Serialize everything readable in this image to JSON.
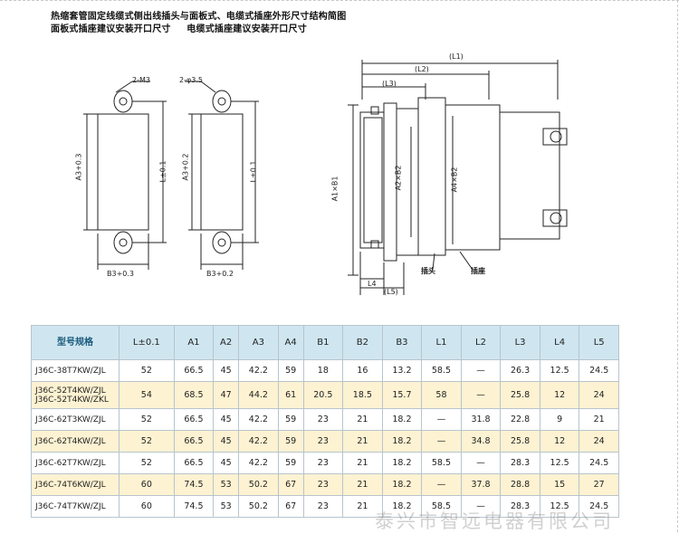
{
  "header": {
    "line1": "热缩套管固定线缆式侧出线插头与面板式、电缆式插座外形尺寸结构简图",
    "line2_left": "面板式插座建议安装开口尺寸",
    "line2_right": "电缆式插座建议安装开口尺寸"
  },
  "drawing_labels": {
    "panel_hole": "2-M3",
    "cable_hole": "2-φ3.5",
    "panel_a3": "A3+0.3",
    "panel_l": "L±0.1",
    "panel_b3": "B3+0.3",
    "cable_a3": "A3+0.2",
    "cable_l": "L±0.1",
    "cable_b3": "B3+0.2",
    "l1": "(L1)",
    "l2": "(L2)",
    "l3": "(L3)",
    "a1b1": "A1×B1",
    "a2b2": "A2×B2",
    "a4b2": "A4×B2",
    "l4": "L4",
    "l5": "(L5)",
    "plug": "插头",
    "socket": "插座"
  },
  "table": {
    "headers": [
      "型号规格",
      "L±0.1",
      "A1",
      "A2",
      "A3",
      "A4",
      "B1",
      "B2",
      "B3",
      "L1",
      "L2",
      "L3",
      "L4",
      "L5"
    ],
    "rows": [
      {
        "model": [
          "J36C-38T7KW/ZJL"
        ],
        "values": [
          "52",
          "66.5",
          "45",
          "42.2",
          "59",
          "18",
          "16",
          "13.2",
          "58.5",
          "—",
          "26.3",
          "12.5",
          "24.5"
        ]
      },
      {
        "model": [
          "J36C-52T4KW/ZJL",
          "J36C-52T4KW/ZKL"
        ],
        "values": [
          "54",
          "68.5",
          "47",
          "44.2",
          "61",
          "20.5",
          "18.5",
          "15.7",
          "58",
          "—",
          "25.8",
          "12",
          "24"
        ]
      },
      {
        "model": [
          "J36C-62T3KW/ZJL"
        ],
        "values": [
          "52",
          "66.5",
          "45",
          "42.2",
          "59",
          "23",
          "21",
          "18.2",
          "—",
          "31.8",
          "22.8",
          "9",
          "21"
        ]
      },
      {
        "model": [
          "J36C-62T4KW/ZJL"
        ],
        "values": [
          "52",
          "66.5",
          "45",
          "42.2",
          "59",
          "23",
          "21",
          "18.2",
          "—",
          "34.8",
          "25.8",
          "12",
          "24"
        ]
      },
      {
        "model": [
          "J36C-62T7KW/ZJL"
        ],
        "values": [
          "52",
          "66.5",
          "45",
          "42.2",
          "59",
          "23",
          "21",
          "18.2",
          "58.5",
          "—",
          "28.3",
          "12.5",
          "24.5"
        ]
      },
      {
        "model": [
          "J36C-74T6KW/ZJL"
        ],
        "values": [
          "60",
          "74.5",
          "53",
          "50.2",
          "67",
          "23",
          "21",
          "18.2",
          "—",
          "37.8",
          "28.8",
          "15",
          "27"
        ]
      },
      {
        "model": [
          "J36C-74T7KW/ZJL"
        ],
        "values": [
          "60",
          "74.5",
          "53",
          "50.2",
          "67",
          "23",
          "21",
          "18.2",
          "58.5",
          "—",
          "28.3",
          "12.5",
          "24.5"
        ]
      }
    ]
  },
  "watermark": "泰兴市智远电器有限公司"
}
